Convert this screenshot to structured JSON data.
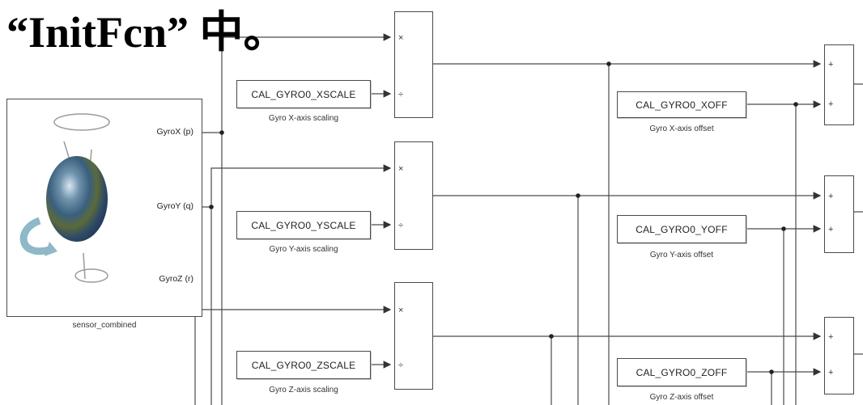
{
  "heading": "“InitFcn” 中。",
  "sensor_block": {
    "name": "sensor_combined",
    "ports": [
      "GyroX (p)",
      "GyroY (q)",
      "GyroZ (r)"
    ],
    "image_icon": "earth-rotation-icon"
  },
  "scale_constants": [
    {
      "label": "CAL_GYRO0_XSCALE",
      "caption": "Gyro X-axis scaling"
    },
    {
      "label": "CAL_GYRO0_YSCALE",
      "caption": "Gyro Y-axis scaling"
    },
    {
      "label": "CAL_GYRO0_ZSCALE",
      "caption": "Gyro Z-axis scaling"
    }
  ],
  "offset_constants": [
    {
      "label": "CAL_GYRO0_XOFF",
      "caption": "Gyro X-axis offset"
    },
    {
      "label": "CAL_GYRO0_YOFF",
      "caption": "Gyro Y-axis offset"
    },
    {
      "label": "CAL_GYRO0_ZOFF",
      "caption": "Gyro Z-axis offset"
    }
  ],
  "product_symbols": {
    "multiply": "×",
    "divide": "÷"
  },
  "sum_symbols": {
    "plus": "+"
  },
  "colors": {
    "line": "#4a4a4a",
    "block_border": "#4a4a4a",
    "text": "#222222"
  }
}
